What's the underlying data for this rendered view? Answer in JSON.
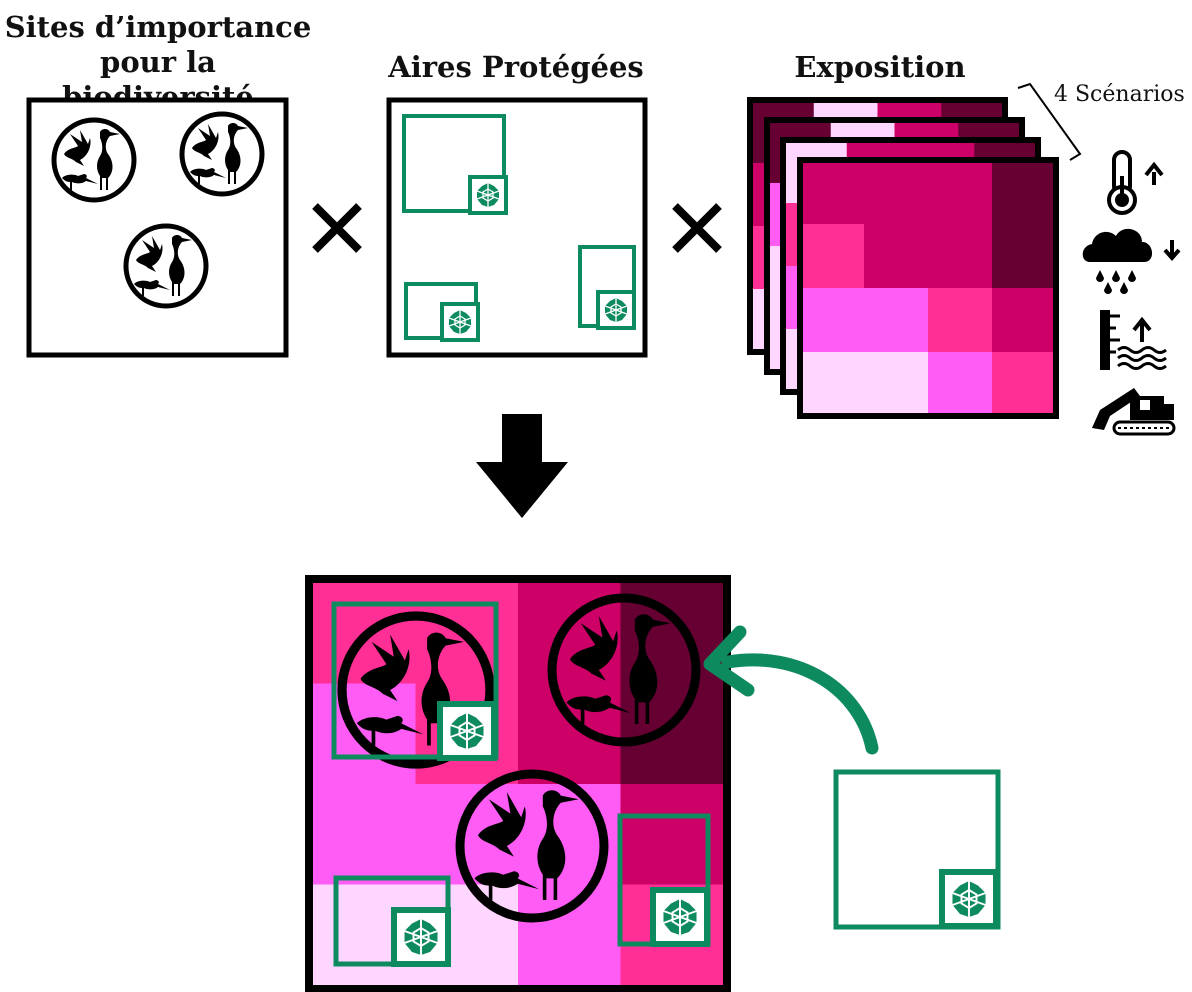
{
  "headers": {
    "sites_line1": "Sites d’importance",
    "sites_line2": "pour la biodiversité",
    "protected": "Aires Protégées",
    "exposure": "Exposition"
  },
  "scenarios_label": "4 Scénarios",
  "operators": {
    "times": "×"
  },
  "colors": {
    "protected_green": "#0e8a5f",
    "exposure_palette": [
      "#ffd6ff",
      "#ff5cf5",
      "#ff2f96",
      "#cc0066",
      "#660033"
    ],
    "frame": "#000000"
  },
  "exposure_grid_front": [
    [
      3,
      3,
      3,
      4
    ],
    [
      2,
      3,
      3,
      4
    ],
    [
      1,
      1,
      2,
      3
    ],
    [
      0,
      0,
      1,
      2
    ]
  ],
  "exposure_grid_result": [
    [
      2,
      2,
      3,
      4
    ],
    [
      1,
      2,
      3,
      4
    ],
    [
      1,
      1,
      1,
      3
    ],
    [
      0,
      0,
      1,
      2
    ]
  ],
  "icons": {
    "site": "bird-site-icon",
    "protected": "protected-area-icon",
    "drivers": [
      "thermometer-up-icon",
      "rain-down-icon",
      "sea-level-up-icon",
      "excavator-icon"
    ]
  }
}
